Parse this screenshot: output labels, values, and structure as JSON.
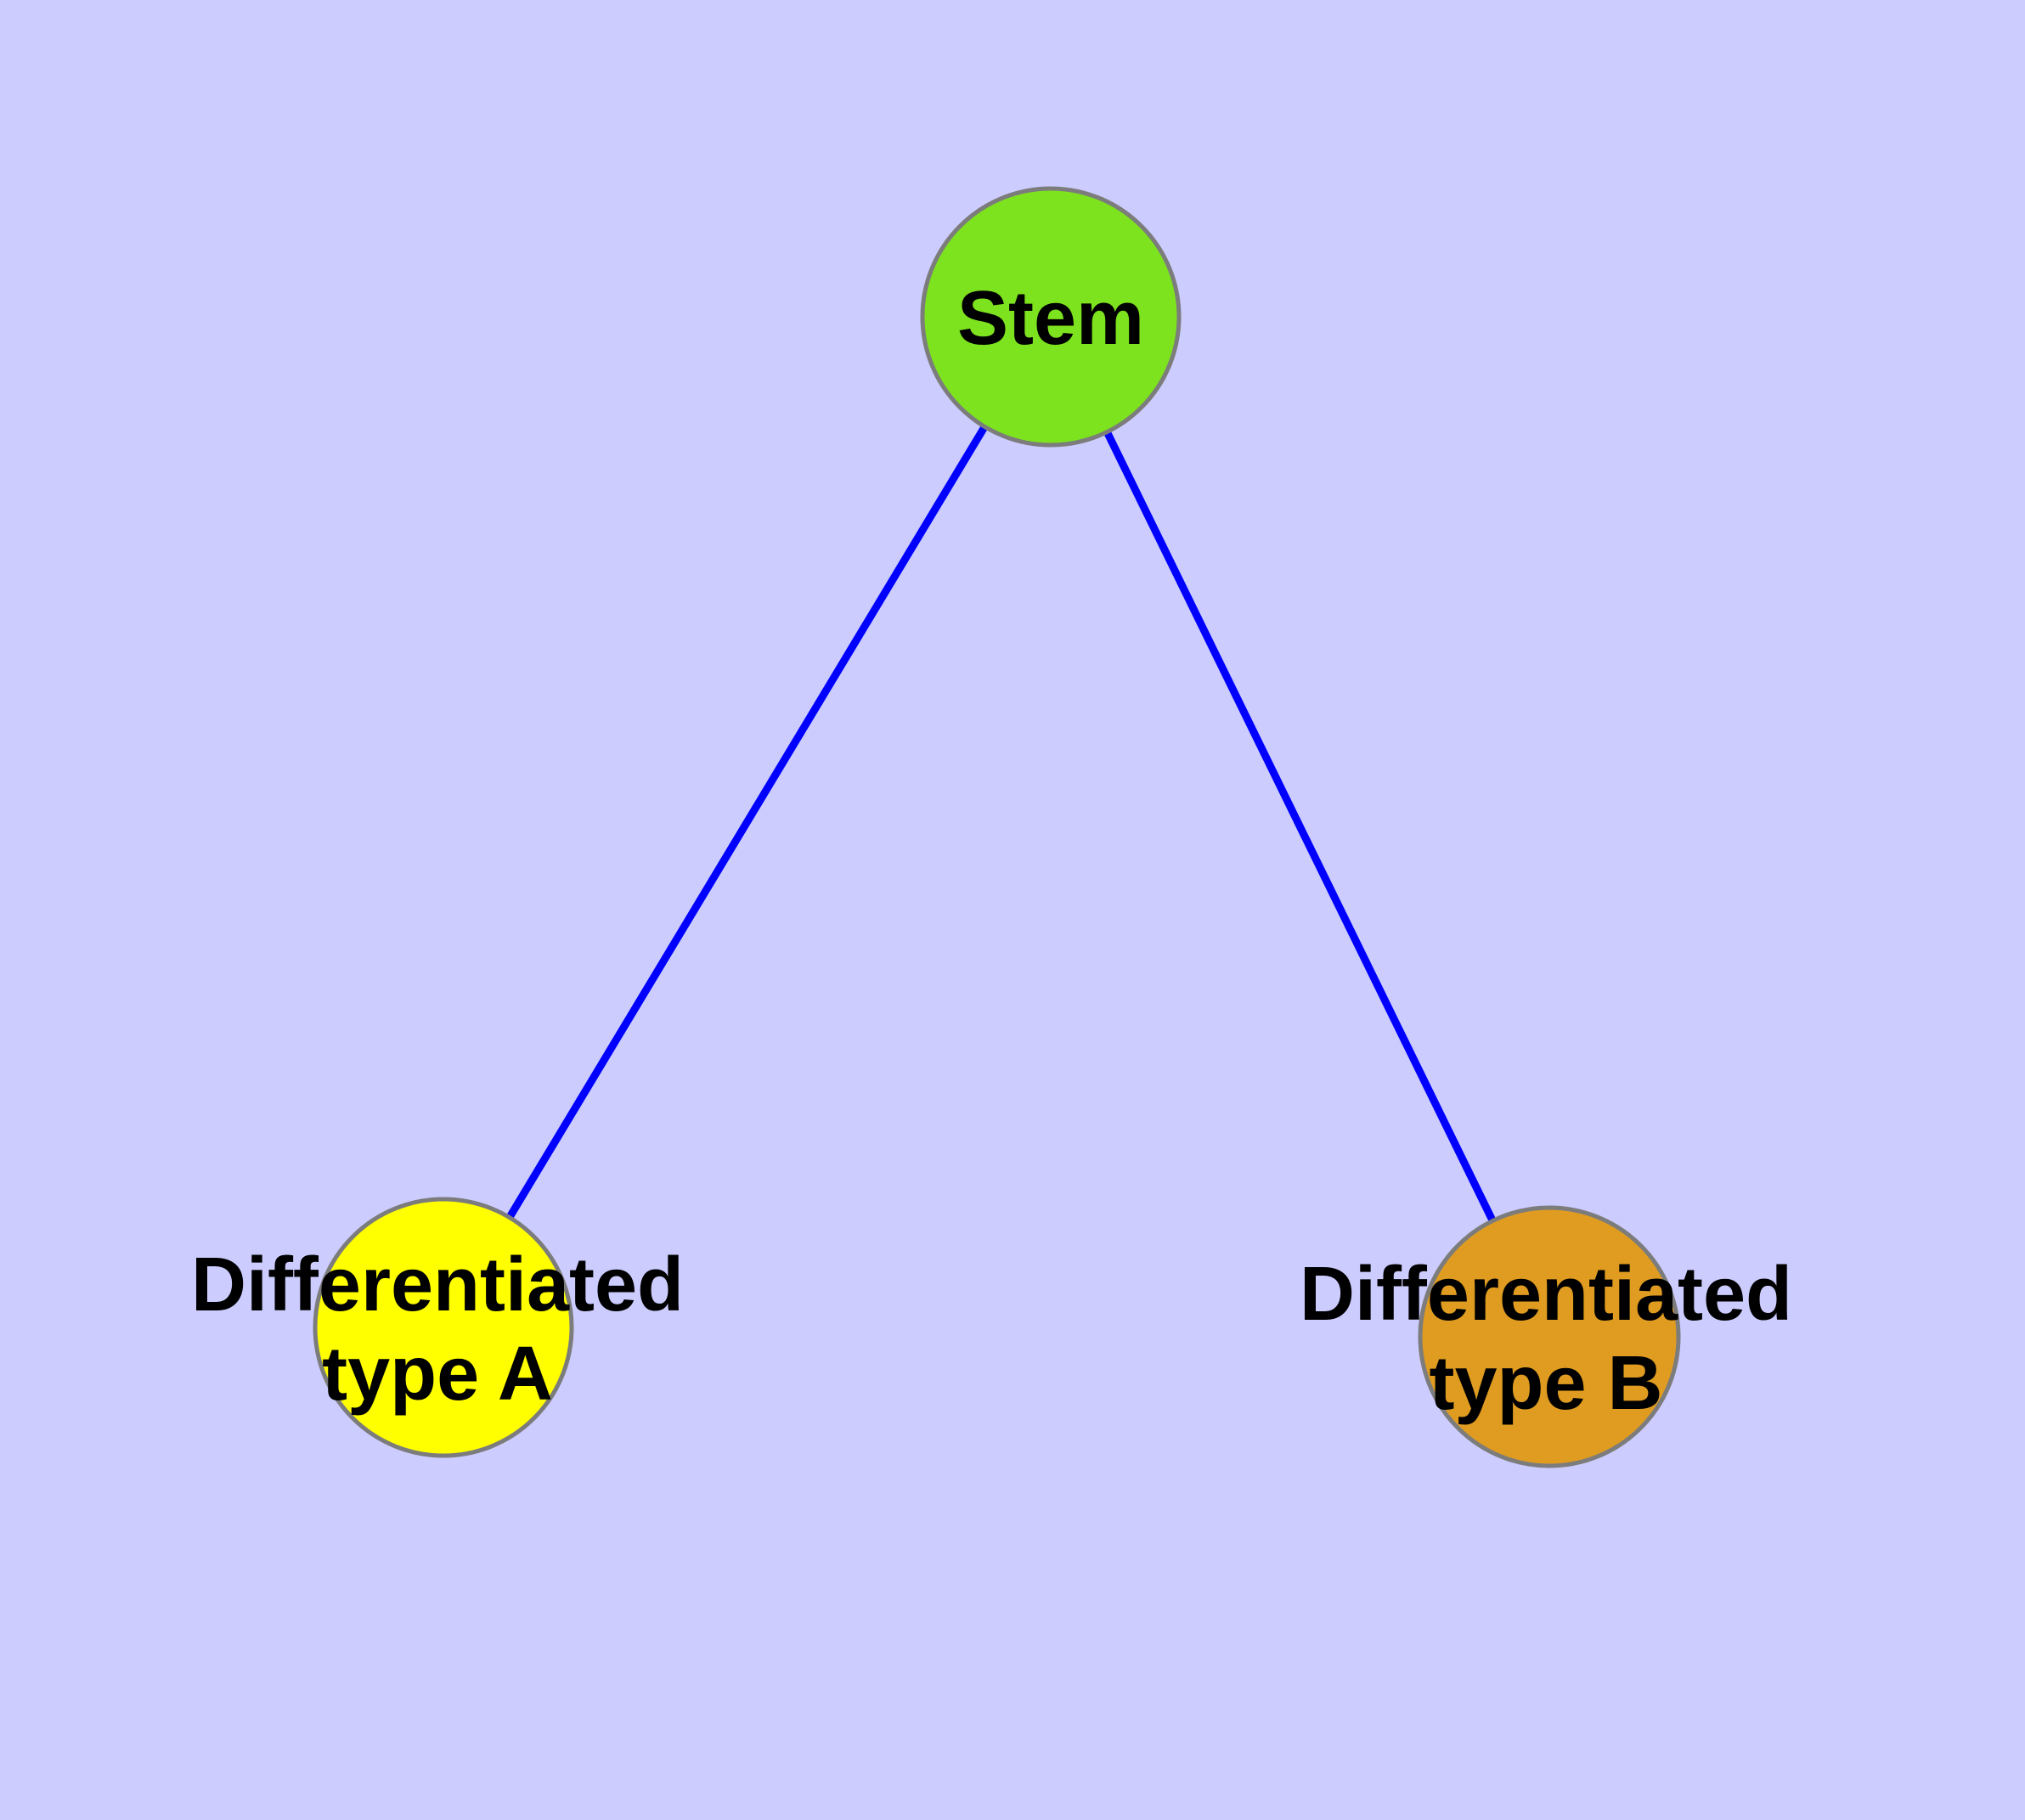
{
  "diagram": {
    "background_color": "#CCCCFF",
    "edge_color": "#0000FF",
    "node_border_color": "#7C7C7C",
    "label_color": "#000000",
    "nodes": [
      {
        "id": "stem",
        "label": "Stem",
        "fill": "#7CE31E"
      },
      {
        "id": "differentiated-type-a",
        "label_line1": "Differentiated",
        "label_line2": "type A",
        "fill": "#FFFF00"
      },
      {
        "id": "differentiated-type-b",
        "label_line1": "Differentiated",
        "label_line2": "type B",
        "fill": "#E09C20"
      }
    ],
    "edges": [
      {
        "from": "stem",
        "to": "differentiated-type-a"
      },
      {
        "from": "stem",
        "to": "differentiated-type-b"
      }
    ]
  }
}
